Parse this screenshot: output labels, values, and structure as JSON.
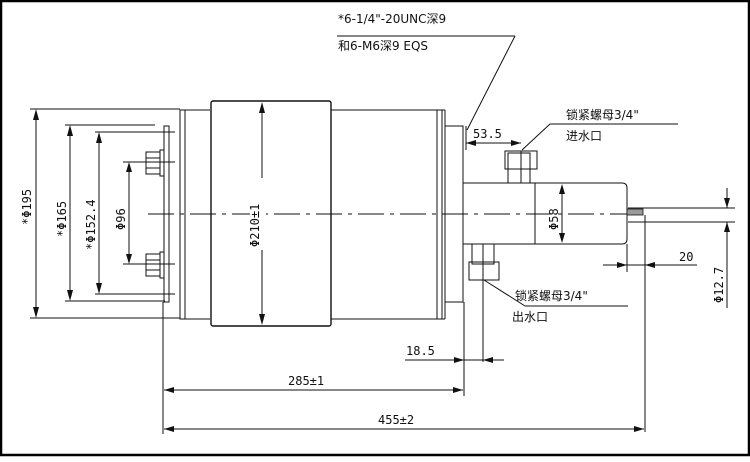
{
  "drawing": {
    "title_note_line1": "*6-1/4\"-20UNC深9",
    "title_note_line2": "和6-M6深9    EQS",
    "dimensions": {
      "outer_flange_dia": "*Φ195",
      "bolt_circle_dia": "*Φ165",
      "pilot_dia": "*Φ152.4",
      "stud_spacing": "Φ96",
      "body_dia": "Φ210±1",
      "coupling_dia": "Φ58",
      "shaft_dia": "Φ12.7",
      "inlet_offset": "53.5",
      "outlet_offset": "18.5",
      "shaft_length": "20",
      "body_length": "285±1",
      "overall_length": "455±2"
    },
    "callouts": {
      "inlet_nut": "锁紧螺母3/4\"",
      "inlet_label": "进水口",
      "outlet_nut": "锁紧螺母3/4\"",
      "outlet_label": "出水口"
    }
  }
}
